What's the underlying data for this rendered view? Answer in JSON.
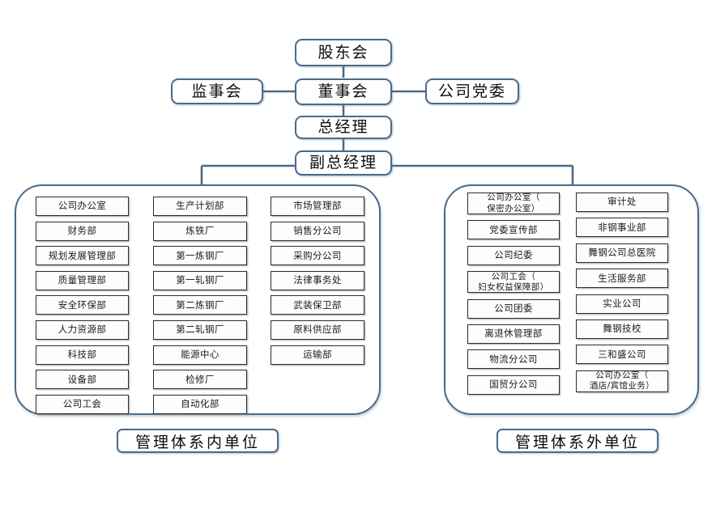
{
  "chart_data": {
    "type": "diagram",
    "title": "公司组织结构图",
    "diagram_kind": "org-chart",
    "nodes": [
      {
        "id": "shareholders",
        "label": "股东会",
        "level": 0
      },
      {
        "id": "board",
        "label": "董事会",
        "level": 1
      },
      {
        "id": "supervisors",
        "label": "监事会",
        "level": 1
      },
      {
        "id": "party",
        "label": "公司党委",
        "level": 1
      },
      {
        "id": "gm",
        "label": "总经理",
        "level": 2
      },
      {
        "id": "dgm",
        "label": "副总经理",
        "level": 3
      }
    ],
    "edges": [
      {
        "from": "shareholders",
        "to": "board"
      },
      {
        "from": "supervisors",
        "to": "board"
      },
      {
        "from": "board",
        "to": "party"
      },
      {
        "from": "board",
        "to": "gm"
      },
      {
        "from": "gm",
        "to": "dgm"
      },
      {
        "from": "dgm",
        "to": "group_inside"
      },
      {
        "from": "dgm",
        "to": "group_outside"
      }
    ]
  },
  "top": {
    "shareholders": "股东会",
    "supervisors": "监事会",
    "board": "董事会",
    "party_committee": "公司党委",
    "general_manager": "总经理",
    "deputy_general_manager": "副总经理"
  },
  "groups": {
    "inside": {
      "caption": "管理体系内单位",
      "columns": [
        {
          "items": [
            "公司办公室",
            "财务部",
            "规划发展管理部",
            "质量管理部",
            "安全环保部",
            "人力资源部",
            "科技部",
            "设备部",
            "公司工会"
          ]
        },
        {
          "items": [
            "生产计划部",
            "炼铁厂",
            "第一炼钢厂",
            "第一轧钢厂",
            "第二炼钢厂",
            "第二轧钢厂",
            "能源中心",
            "检修厂",
            "自动化部"
          ]
        },
        {
          "items": [
            "市场管理部",
            "销售分公司",
            "采购分公司",
            "法律事务处",
            "武装保卫部",
            "原料供应部",
            "运输部"
          ]
        }
      ]
    },
    "outside": {
      "caption": "管理体系外单位",
      "columns": [
        {
          "items": [
            "公司办公室（保密办公室）",
            "党委宣传部",
            "公司纪委",
            "公司工会（妇女权益保障部）",
            "公司团委",
            "离退休管理部",
            "物流分公司",
            "国贸分公司"
          ]
        },
        {
          "items": [
            "审计处",
            "非钢事业部",
            "舞钢公司总医院",
            "生活服务部",
            "实业公司",
            "舞钢技校",
            "三和盛公司",
            "公司办公室（酒店/宾馆业务）"
          ]
        }
      ]
    }
  },
  "colors": {
    "node_border": "#4a6b8a",
    "connector": "#4a6b8a",
    "unit_border": "#2b2b2b",
    "background": "#ffffff"
  }
}
